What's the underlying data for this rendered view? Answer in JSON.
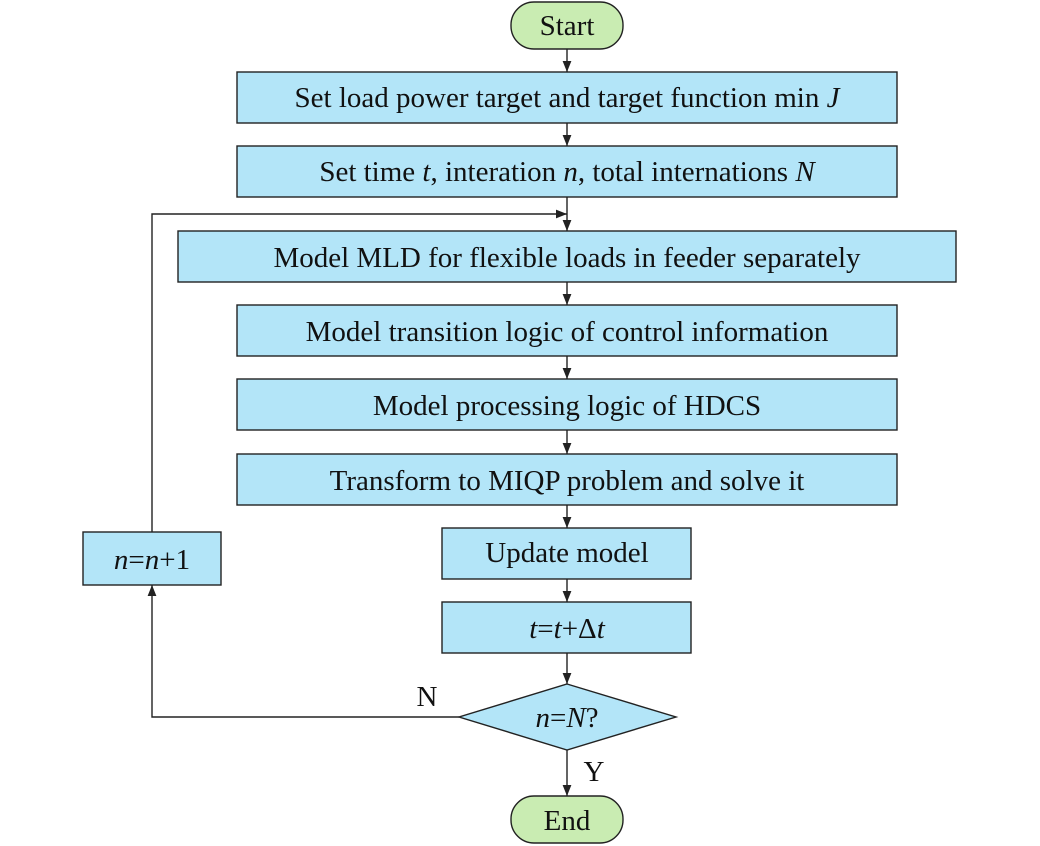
{
  "nodes": {
    "start": "Start",
    "set_target_a": "Set load power target and target function min ",
    "set_target_b": "J",
    "set_time_1": "Set time ",
    "set_time_t": "t",
    "set_time_2": ", interation ",
    "set_time_n": "n",
    "set_time_3": ", total internations ",
    "set_time_N": "N",
    "model_mld": "Model MLD for flexible loads in feeder separately",
    "model_transition": "Model transition logic of control information",
    "model_processing": "Model processing logic of HDCS",
    "transform": "Transform to MIQP problem and solve it",
    "update": "Update model",
    "time_step_1": "t",
    "time_step_2": "=",
    "time_step_3": "t",
    "time_step_4": "+Δ",
    "time_step_5": "t",
    "increment_1": "n",
    "increment_2": "=",
    "increment_3": "n",
    "increment_4": "+1",
    "decision_1": "n",
    "decision_2": "=",
    "decision_3": "N",
    "decision_4": "?",
    "end": "End"
  },
  "edges": {
    "no_label": "N",
    "yes_label": "Y"
  },
  "colors": {
    "process_fill": "#b3e5f8",
    "terminal_fill": "#c9ecb2",
    "stroke": "#222222"
  }
}
